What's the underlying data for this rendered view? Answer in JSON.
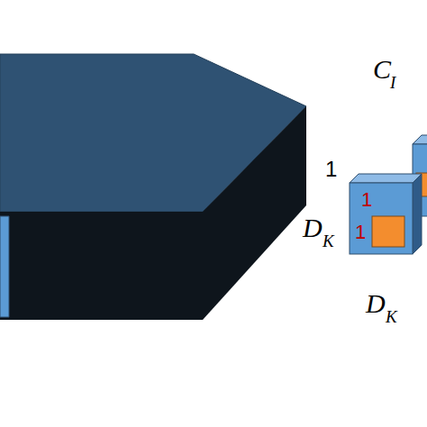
{
  "diagram": {
    "labels": [
      "C",
      "I",
      "1",
      "D",
      "K",
      "1",
      "1",
      "D",
      "K"
    ]
  }
}
